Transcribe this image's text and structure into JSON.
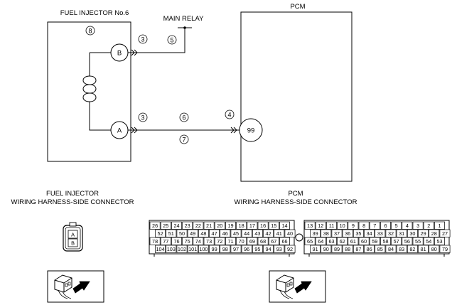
{
  "injector": {
    "title": "FUEL INJECTOR No.6",
    "harness_code": "8",
    "terminal_b": "B",
    "terminal_a": "A"
  },
  "pcm": {
    "title": "PCM",
    "terminal": "99",
    "harness_code": "4"
  },
  "main_relay": "MAIN RELAY",
  "wire_codes": {
    "b_connector": "3",
    "b_wire": "5",
    "a_connector": "3",
    "a_wire_top": "6",
    "a_wire_bottom": "7"
  },
  "injector_connector": {
    "title_line1": "FUEL INJECTOR",
    "title_line2": "WIRING HARNESS-SIDE CONNECTOR",
    "pin_top": "A",
    "pin_bottom": "B"
  },
  "pcm_connector": {
    "title_line1": "PCM",
    "title_line2": "WIRING HARNESS-SIDE CONNECTOR",
    "left": {
      "rows": [
        [
          "26",
          "25",
          "24",
          "23",
          "22",
          "21",
          "20",
          "19",
          "18",
          "17",
          "16",
          "15",
          "14"
        ],
        [
          "52",
          "51",
          "50",
          "49",
          "48",
          "47",
          "46",
          "45",
          "44",
          "43",
          "42",
          "41",
          "40"
        ],
        [
          "78",
          "77",
          "76",
          "75",
          "74",
          "73",
          "72",
          "71",
          "70",
          "69",
          "68",
          "67",
          "66"
        ],
        [
          "104",
          "103",
          "102",
          "101",
          "100",
          "99",
          "98",
          "97",
          "96",
          "95",
          "94",
          "93",
          "92"
        ]
      ]
    },
    "right": {
      "rows": [
        [
          "13",
          "12",
          "11",
          "10",
          "9",
          "8",
          "7",
          "6",
          "5",
          "4",
          "3",
          "2",
          "1"
        ],
        [
          "39",
          "38",
          "37",
          "36",
          "35",
          "34",
          "33",
          "32",
          "31",
          "30",
          "29",
          "28",
          "27"
        ],
        [
          "65",
          "64",
          "63",
          "62",
          "61",
          "60",
          "59",
          "58",
          "57",
          "56",
          "55",
          "54",
          "53"
        ],
        [
          "91",
          "90",
          "89",
          "88",
          "87",
          "86",
          "85",
          "84",
          "83",
          "82",
          "81",
          "80",
          "79"
        ]
      ]
    }
  },
  "icons": [
    "injector-connector-front-view-icon",
    "connector-insert-arrow-icon"
  ]
}
